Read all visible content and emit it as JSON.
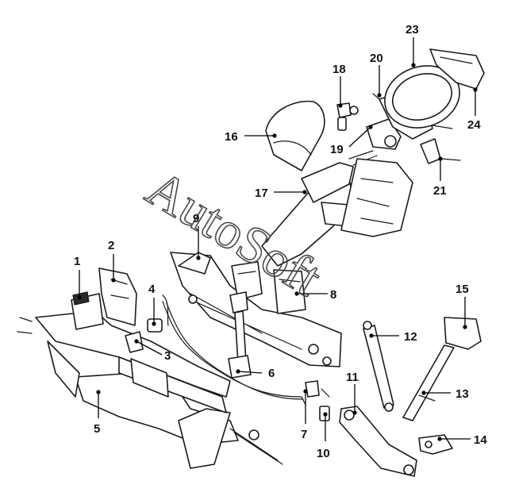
{
  "watermark": "AutoSoft",
  "callouts": [
    "1",
    "2",
    "3",
    "4",
    "5",
    "6",
    "7",
    "8",
    "9",
    "10",
    "11",
    "12",
    "13",
    "14",
    "15",
    "16",
    "17",
    "18",
    "19",
    "20",
    "21",
    "23",
    "24"
  ]
}
